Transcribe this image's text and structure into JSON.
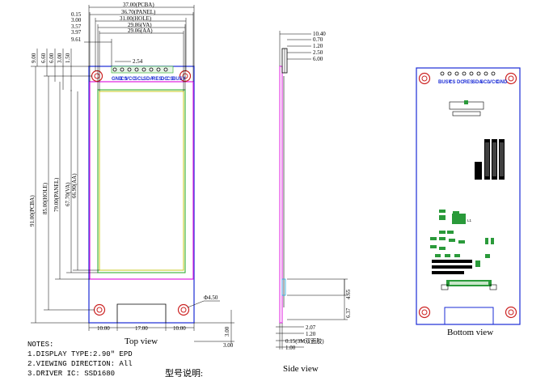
{
  "top_view": {
    "top_dims": [
      "37.00(PCBA)",
      "36.70(PANEL)",
      "31.00(HOLE)",
      "29.86(VA)",
      "29.06(AA)"
    ],
    "top_small_dims": [
      "0.15",
      "3.00",
      "3.57",
      "3.97"
    ],
    "pin_offset": "9.61",
    "pin_pitch": "2.54",
    "left_small_dims": [
      "9.00",
      "6.60",
      "6.00",
      "3.00",
      "1.50"
    ],
    "left_dims": [
      "91.00(PCBA)",
      "85.00(HOLE)",
      "79.00(PANEL)",
      "67.70(VA)",
      "66.90(AA)"
    ],
    "pin_labels": [
      "GND",
      "CS",
      "VCC",
      "SCL",
      "SDA",
      "RES",
      "DC",
      "CS",
      "BUSY"
    ],
    "hole_dim": "4.50",
    "bottom_dims": [
      "10.00",
      "17.00",
      "10.00"
    ],
    "right_bottom_dims": [
      "3.00",
      "3.00"
    ],
    "caption": "Top view"
  },
  "side_view": {
    "top_dims": [
      "10.40",
      "0.70",
      "1.20",
      "2.50",
      "6.00"
    ],
    "right_dims": [
      "4.65",
      "6.37"
    ],
    "bottom_dims": [
      "2.07",
      "1.20",
      "0.15(3M双面胶)",
      "1.00"
    ],
    "caption": "Side view"
  },
  "bottom_view": {
    "pin_labels": [
      "BUSY",
      "CS",
      "DC",
      "RES",
      "SDA",
      "SCL",
      "VCC",
      "GND"
    ],
    "label_l1": "L1",
    "caption": "Bottom view"
  },
  "notes": {
    "title": "NOTES:",
    "items": [
      "1.DISPLAY TYPE:2.90\" EPD",
      "2.VIEWING DIRECTION: All",
      "3.DRIVER IC: SSD1680"
    ],
    "model_label": "型号说明:"
  },
  "colors": {
    "pcb": "#1a2bd6",
    "panel": "#e01ee0",
    "active_area": "#c8c81e",
    "view_area": "#22aa22",
    "hole": "#cc2222",
    "dimension": "#000000"
  }
}
